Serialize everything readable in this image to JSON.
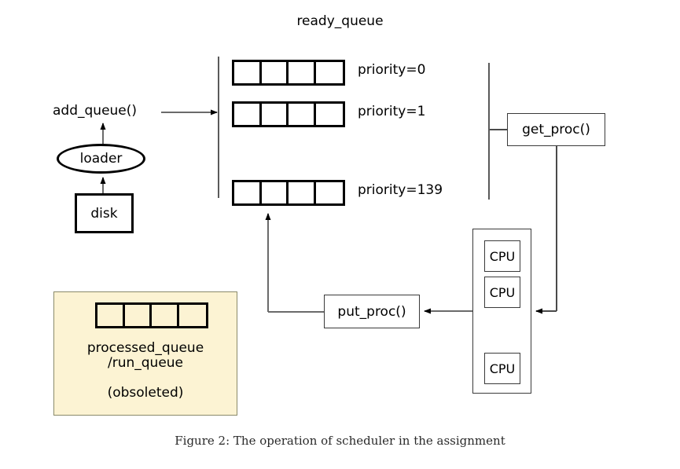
{
  "figure": {
    "title": "ready_queue",
    "caption": "Figure 2: The operation of scheduler in the assignment"
  },
  "ready_queue": {
    "label": "ready_queue",
    "cells_per_row": 4,
    "rows": [
      {
        "priority_label": "priority=0",
        "priority": 0
      },
      {
        "priority_label": "priority=1",
        "priority": 1
      },
      {
        "priority_label": "priority=139",
        "priority": 139
      }
    ]
  },
  "nodes": {
    "add_queue": "add_queue()",
    "loader": "loader",
    "disk": "disk",
    "get_proc": "get_proc()",
    "put_proc": "put_proc()"
  },
  "cpus": {
    "items": [
      "CPU",
      "CPU",
      "CPU"
    ]
  },
  "obsolete_panel": {
    "queue_cells": 4,
    "name": "processed_queue\n/run_queue",
    "note": "(obsoleted)",
    "fill_color": "#fcf3d3"
  },
  "colors": {
    "background": "#ffffff",
    "stroke": "#000000",
    "thin_stroke": "#3a3a3a",
    "panel_fill": "#fcf3d3",
    "caption_text": "#2a2a2a"
  }
}
